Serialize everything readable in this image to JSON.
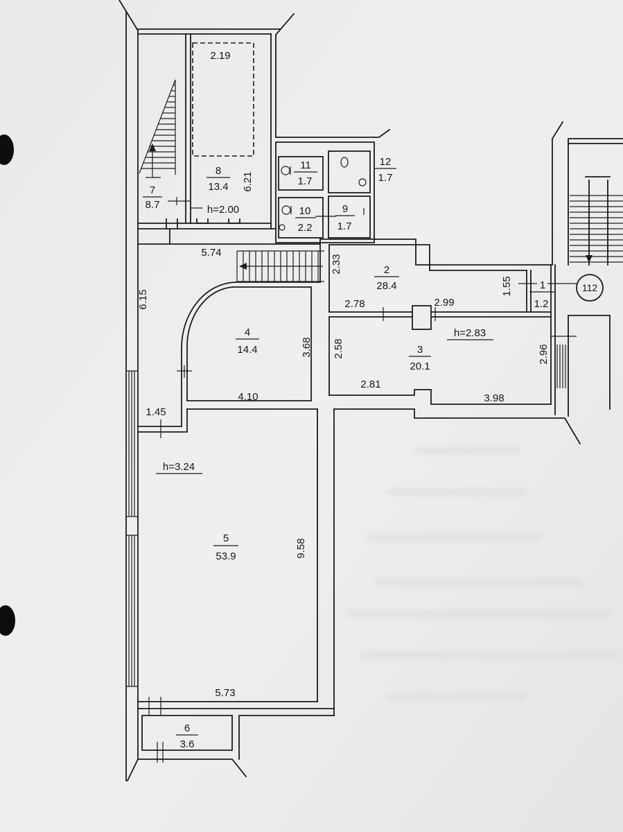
{
  "rooms": [
    {
      "number": "1",
      "area": "1.2"
    },
    {
      "number": "2",
      "area": "28.4"
    },
    {
      "number": "3",
      "area": "20.1"
    },
    {
      "number": "4",
      "area": "14.4"
    },
    {
      "number": "5",
      "area": "53.9"
    },
    {
      "number": "6",
      "area": "3.6"
    },
    {
      "number": "7",
      "area": "8.7"
    },
    {
      "number": "8",
      "area": "13.4"
    },
    {
      "number": "9",
      "area": "1.7"
    },
    {
      "number": "10",
      "area": "2.2"
    },
    {
      "number": "11",
      "area": "1.7"
    },
    {
      "number": "12",
      "area": "1.7"
    }
  ],
  "dimensions": [
    "2.19",
    "6.21",
    "5.74",
    "6.15",
    "2.33",
    "1.55",
    "2.78",
    "2.99",
    "3.68",
    "2.58",
    "2.96",
    "2.81",
    "4.10",
    "3.98",
    "1.45",
    "9.58",
    "5.73"
  ],
  "ceiling_heights": [
    "h=2.00",
    "h=2.83",
    "h=3.24"
  ],
  "stair_marker": "112",
  "colors": {
    "paper": "#ecebe9",
    "ink": "#1c1c1c",
    "hole_punch": "#0d0d0d"
  }
}
